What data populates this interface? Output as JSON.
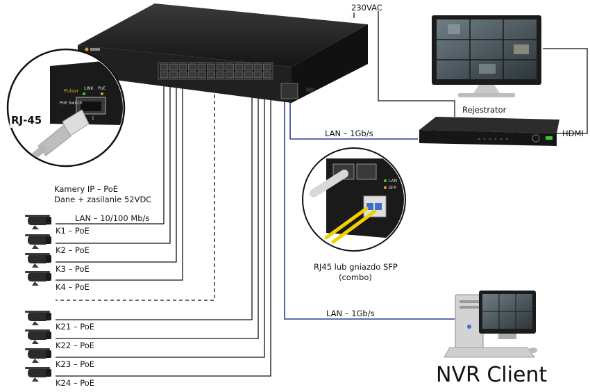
{
  "labels": {
    "power": "230VAC",
    "recorder": "Rejestrator",
    "hdmi": "HDMI",
    "lan_recorder": "LAN – 1Gb/s",
    "lan_client": "LAN – 1Gb/s",
    "rj45": "RJ-45",
    "cameras_title_1": "Kamery IP – PoE",
    "cameras_title_2": "Dane + zasilanie 52VDC",
    "lan_cameras": "LAN – 10/100 Mb/s",
    "combo_1": "RJ45 lub gniazdo SFP",
    "combo_2": "(combo)",
    "nvr_client": "NVR Client"
  },
  "switch_panel": {
    "brand": "Pulsar",
    "link": "LINK",
    "poe": "PoE",
    "poe_switch": "PoE Switch",
    "port_num": "1"
  },
  "sfp_panel": {
    "lan": "LAN",
    "sfp": "SFP"
  },
  "cameras": [
    "K1 – PoE",
    "K2 – PoE",
    "K3 – PoE",
    "K4 – PoE",
    "K21 – PoE",
    "K22 – PoE",
    "K23 – PoE",
    "K24 – PoE"
  ],
  "colors": {
    "uplink": "#2a3f8f",
    "cable": "#111111",
    "device": "#1c1c1c"
  }
}
